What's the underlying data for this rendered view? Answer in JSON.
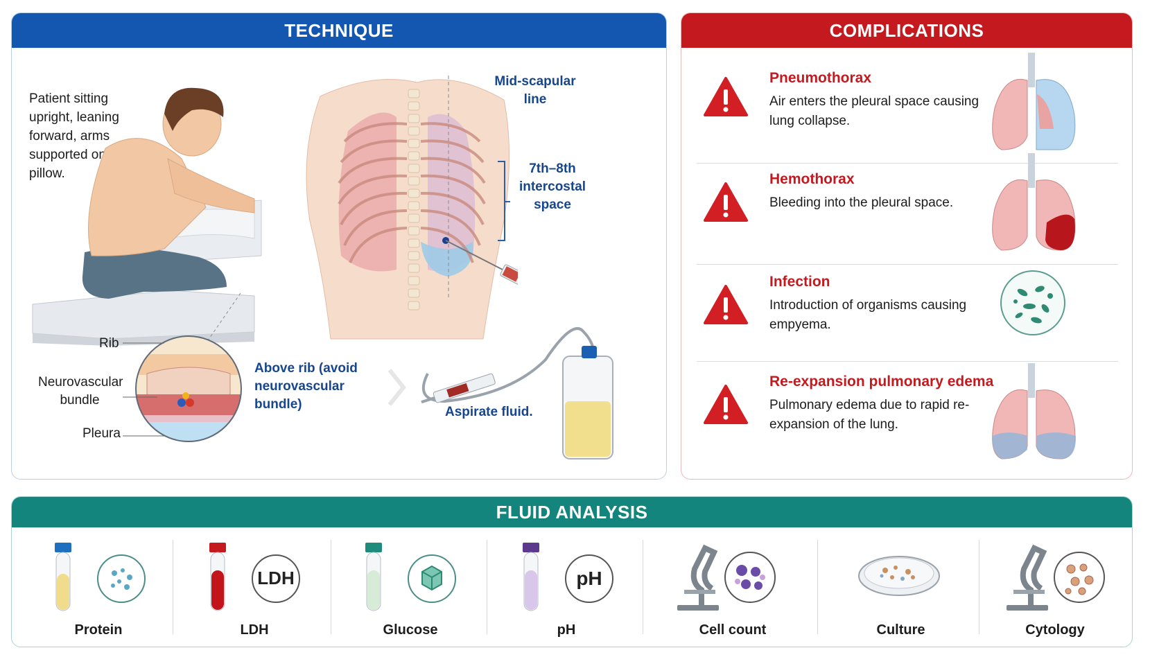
{
  "technique": {
    "header": "TECHNIQUE",
    "patient_text": "Patient sitting upright, leaning forward, arms supported on a pillow.",
    "mid_scapular": "Mid-scapular line",
    "intercostal": "7th–8th intercostal space",
    "rib_label": "Rib",
    "neuro_label": "Neurovascular bundle",
    "pleura_label": "Pleura",
    "above_rib": "Above rib (avoid neurovascular bundle)",
    "aspirate": "Aspirate fluid."
  },
  "complications": {
    "header": "COMPLICATIONS",
    "items": [
      {
        "title": "Pneumothorax",
        "desc": "Air enters the pleural space causing lung collapse.",
        "icon": "collapsed-lung-icon"
      },
      {
        "title": "Hemothorax",
        "desc": "Bleeding into the pleural space.",
        "icon": "bleeding-lung-icon"
      },
      {
        "title": "Infection",
        "desc": "Introduction of organisms causing empyema.",
        "icon": "bacteria-icon"
      },
      {
        "title": "Re-expansion pulmonary edema",
        "desc": "Pulmonary edema due to rapid re-expansion of the lung.",
        "icon": "edema-lung-icon"
      }
    ]
  },
  "fluid_analysis": {
    "header": "FLUID ANALYSIS",
    "items": [
      {
        "label": "Protein",
        "badge": ""
      },
      {
        "label": "LDH",
        "badge": "LDH"
      },
      {
        "label": "Glucose",
        "badge": ""
      },
      {
        "label": "pH",
        "badge": "pH"
      },
      {
        "label": "Cell count",
        "badge": ""
      },
      {
        "label": "Culture",
        "badge": ""
      },
      {
        "label": "Cytology",
        "badge": ""
      }
    ]
  },
  "colors": {
    "technique": "#1457b0",
    "complications": "#c41a1f",
    "fluid": "#14857c"
  }
}
